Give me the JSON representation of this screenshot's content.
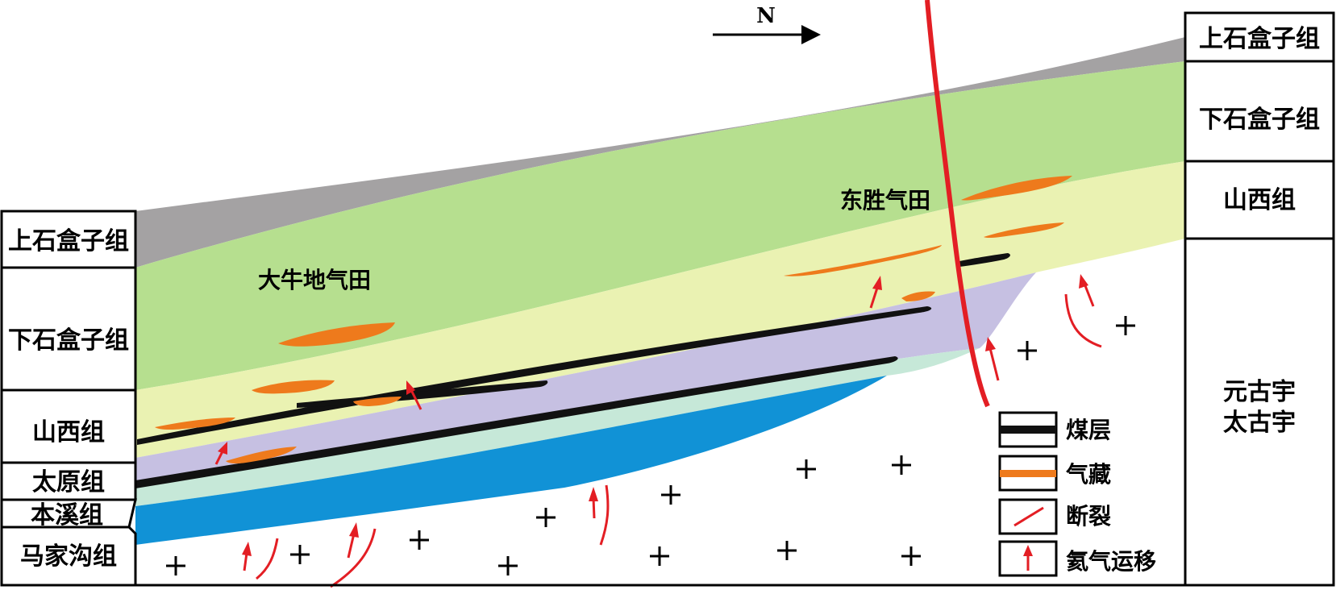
{
  "north": {
    "label": "N"
  },
  "left_column": [
    "上石盒子组",
    "下石盒子组",
    "山西组",
    "太原组",
    "本溪组",
    "马家沟组"
  ],
  "right_column": [
    "上石盒子组",
    "下石盒子组",
    "山西组",
    "元古宇",
    "太古宇"
  ],
  "fields": {
    "daniudi": "大牛地气田",
    "dongsheng": "东胜气田"
  },
  "legend": [
    {
      "label": "煤层",
      "icon": "coal-seam-icon"
    },
    {
      "label": "气藏",
      "icon": "gas-reservoir-icon"
    },
    {
      "label": "断裂",
      "icon": "fault-icon"
    },
    {
      "label": "氦气运移",
      "icon": "helium-migration-icon"
    }
  ],
  "colors": {
    "upper_shihezi": "#a4a2a3",
    "lower_shihezi": "#b6df8f",
    "shanxi": "#eaf2b2",
    "taiyuan": "#c6c0e2",
    "benxi": "#c6e8d8",
    "majiagou": "#1192d6",
    "gas": "#ee7a1c",
    "coal": "#111111",
    "fault": "#e31e24"
  }
}
